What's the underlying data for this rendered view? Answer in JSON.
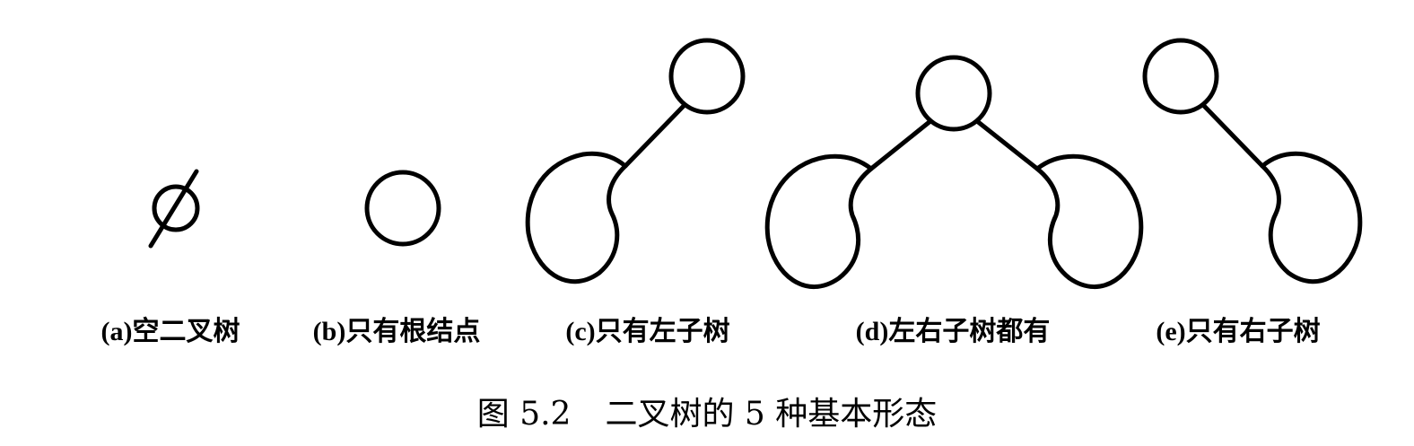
{
  "figure": {
    "number_label": "图 5.2",
    "title": "二叉树的 5 种基本形态"
  },
  "panels": [
    {
      "letter": "(a)",
      "label": "空二叉树",
      "icon": "empty-set-icon"
    },
    {
      "letter": "(b)",
      "label": "只有根结点"
    },
    {
      "letter": "(c)",
      "label": "只有左子树"
    },
    {
      "letter": "(d)",
      "label": "左右子树都有"
    },
    {
      "letter": "(e)",
      "label": "只有右子树"
    }
  ]
}
